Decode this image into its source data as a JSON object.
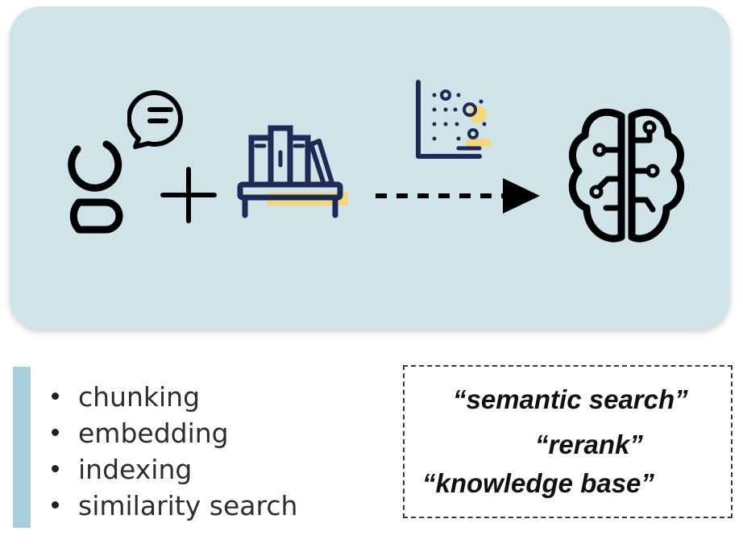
{
  "icons": {
    "user": "user-icon",
    "chat": "chat-bubble-icon",
    "plus": "plus-icon",
    "library": "bookshelf-icon",
    "scatter": "scatter-plot-icon",
    "arrow": "dashed-arrow-icon",
    "brain": "brain-circuit-icon"
  },
  "colors": {
    "panel": "#cfe3e9",
    "navy": "#1c2a55",
    "accent_yellow": "#f4d77a",
    "side_bar": "#a9cfdc"
  },
  "techniques": [
    "chunking",
    "embedding",
    "indexing",
    "similarity search"
  ],
  "terms": [
    "“semantic search”",
    "“rerank”",
    "“knowledge base”"
  ]
}
